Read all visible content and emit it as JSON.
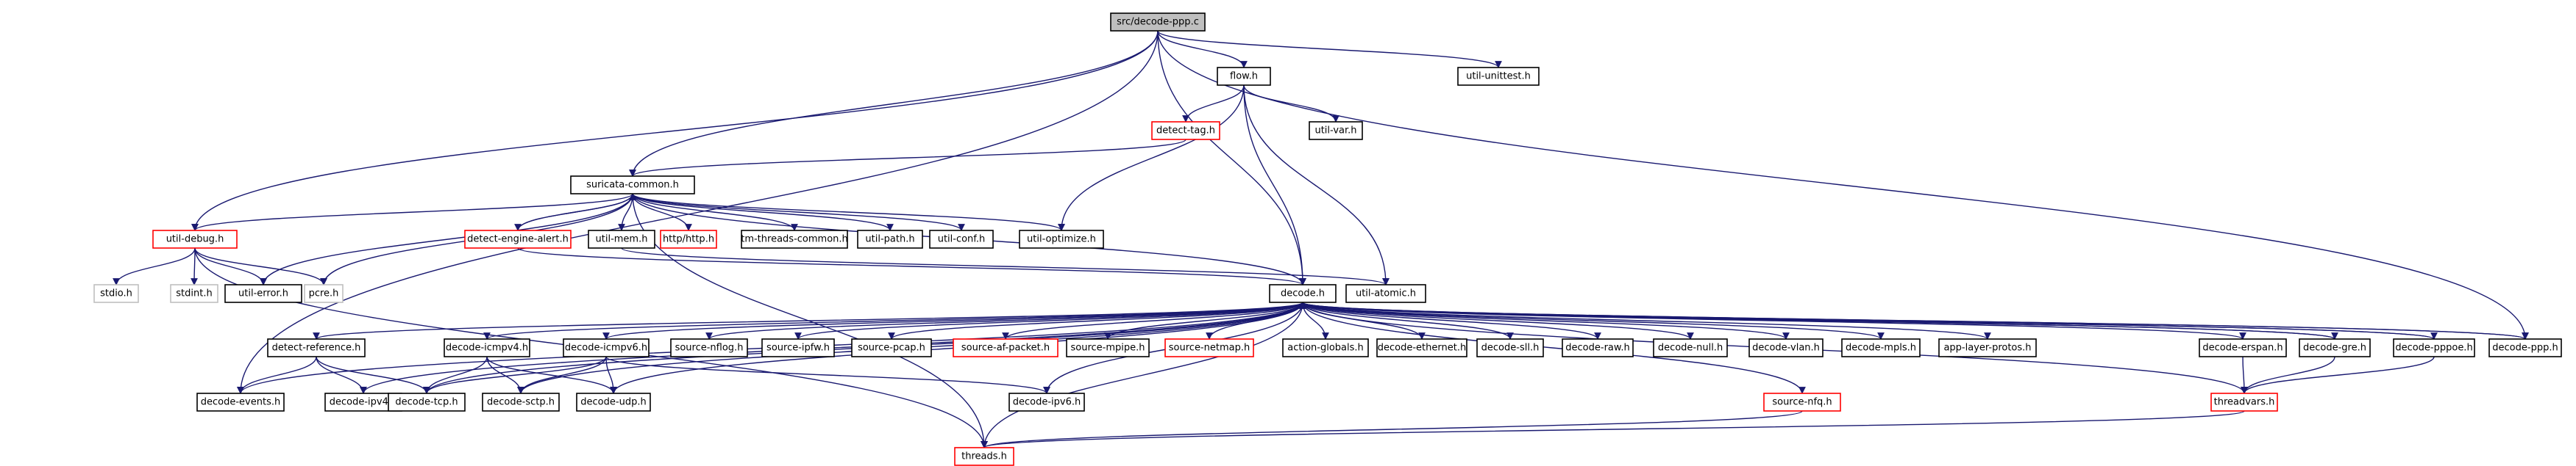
{
  "colors": {
    "edge": "#191970",
    "edge_gray": "#a9a9a9",
    "node_border": "#000000",
    "node_border_missing": "#ff0000",
    "node_border_external": "#bfbfbf",
    "root_fill": "#bfbfbf",
    "node_fill": "#ffffff"
  },
  "nodes": [
    {
      "id": "root",
      "label": "src/decode-ppp.c",
      "kind": "root"
    },
    {
      "id": "flow",
      "label": "flow.h",
      "kind": "normal"
    },
    {
      "id": "unittest",
      "label": "util-unittest.h",
      "kind": "normal"
    },
    {
      "id": "dtag",
      "label": "detect-tag.h",
      "kind": "missing"
    },
    {
      "id": "utilvar",
      "label": "util-var.h",
      "kind": "normal"
    },
    {
      "id": "sc",
      "label": "suricata-common.h",
      "kind": "normal"
    },
    {
      "id": "udebug",
      "label": "util-debug.h",
      "kind": "missing"
    },
    {
      "id": "dea",
      "label": "detect-engine-alert.h",
      "kind": "missing"
    },
    {
      "id": "umem",
      "label": "util-mem.h",
      "kind": "normal"
    },
    {
      "id": "http",
      "label": "http/http.h",
      "kind": "missing"
    },
    {
      "id": "tmtc",
      "label": "tm-threads-common.h",
      "kind": "normal"
    },
    {
      "id": "upath",
      "label": "util-path.h",
      "kind": "normal"
    },
    {
      "id": "uconf",
      "label": "util-conf.h",
      "kind": "normal"
    },
    {
      "id": "uopt",
      "label": "util-optimize.h",
      "kind": "normal"
    },
    {
      "id": "stdio",
      "label": "stdio.h",
      "kind": "external"
    },
    {
      "id": "stdint",
      "label": "stdint.h",
      "kind": "external"
    },
    {
      "id": "uerr",
      "label": "util-error.h",
      "kind": "normal"
    },
    {
      "id": "pcre",
      "label": "pcre.h",
      "kind": "external"
    },
    {
      "id": "decode",
      "label": "decode.h",
      "kind": "normal"
    },
    {
      "id": "uatomic",
      "label": "util-atomic.h",
      "kind": "normal"
    },
    {
      "id": "dref",
      "label": "detect-reference.h",
      "kind": "normal"
    },
    {
      "id": "dicmp4",
      "label": "decode-icmpv4.h",
      "kind": "normal"
    },
    {
      "id": "dicmp6",
      "label": "decode-icmpv6.h",
      "kind": "normal"
    },
    {
      "id": "snflog",
      "label": "source-nflog.h",
      "kind": "normal"
    },
    {
      "id": "sipfw",
      "label": "source-ipfw.h",
      "kind": "normal"
    },
    {
      "id": "spcap",
      "label": "source-pcap.h",
      "kind": "normal"
    },
    {
      "id": "safp",
      "label": "source-af-packet.h",
      "kind": "missing"
    },
    {
      "id": "smpipe",
      "label": "source-mpipe.h",
      "kind": "normal"
    },
    {
      "id": "snetmap",
      "label": "source-netmap.h",
      "kind": "missing"
    },
    {
      "id": "actg",
      "label": "action-globals.h",
      "kind": "normal"
    },
    {
      "id": "deth",
      "label": "decode-ethernet.h",
      "kind": "normal"
    },
    {
      "id": "dsll",
      "label": "decode-sll.h",
      "kind": "normal"
    },
    {
      "id": "draw",
      "label": "decode-raw.h",
      "kind": "normal"
    },
    {
      "id": "dnull",
      "label": "decode-null.h",
      "kind": "normal"
    },
    {
      "id": "dvlan",
      "label": "decode-vlan.h",
      "kind": "normal"
    },
    {
      "id": "dmpls",
      "label": "decode-mpls.h",
      "kind": "normal"
    },
    {
      "id": "alp",
      "label": "app-layer-protos.h",
      "kind": "normal"
    },
    {
      "id": "derspan",
      "label": "decode-erspan.h",
      "kind": "normal"
    },
    {
      "id": "dgre",
      "label": "decode-gre.h",
      "kind": "normal"
    },
    {
      "id": "dpppoe",
      "label": "decode-pppoe.h",
      "kind": "normal"
    },
    {
      "id": "dppp",
      "label": "decode-ppp.h",
      "kind": "normal"
    },
    {
      "id": "devents",
      "label": "decode-events.h",
      "kind": "normal"
    },
    {
      "id": "dipv4",
      "label": "decode-ipv4.h",
      "kind": "normal"
    },
    {
      "id": "dtcp",
      "label": "decode-tcp.h",
      "kind": "normal"
    },
    {
      "id": "dsctp",
      "label": "decode-sctp.h",
      "kind": "normal"
    },
    {
      "id": "dudp",
      "label": "decode-udp.h",
      "kind": "normal"
    },
    {
      "id": "dipv6",
      "label": "decode-ipv6.h",
      "kind": "normal"
    },
    {
      "id": "snfq",
      "label": "source-nfq.h",
      "kind": "missing"
    },
    {
      "id": "tvars",
      "label": "threadvars.h",
      "kind": "missing"
    },
    {
      "id": "threads",
      "label": "threads.h",
      "kind": "missing"
    }
  ],
  "edges": [
    [
      "root",
      "flow"
    ],
    [
      "root",
      "unittest"
    ],
    [
      "root",
      "sc"
    ],
    [
      "root",
      "udebug"
    ],
    [
      "root",
      "decode"
    ],
    [
      "root",
      "devents"
    ],
    [
      "root",
      "dppp"
    ],
    [
      "flow",
      "dtag"
    ],
    [
      "flow",
      "utilvar"
    ],
    [
      "flow",
      "decode"
    ],
    [
      "flow",
      "uatomic"
    ],
    [
      "flow",
      "uopt"
    ],
    [
      "dtag",
      "sc"
    ],
    [
      "sc",
      "udebug"
    ],
    [
      "sc",
      "dea"
    ],
    [
      "sc",
      "umem"
    ],
    [
      "sc",
      "http"
    ],
    [
      "sc",
      "tmtc"
    ],
    [
      "sc",
      "upath"
    ],
    [
      "sc",
      "uconf"
    ],
    [
      "sc",
      "uopt"
    ],
    [
      "sc",
      "uerr"
    ],
    [
      "sc",
      "pcre"
    ],
    [
      "sc",
      "threads"
    ],
    [
      "sc",
      "decode"
    ],
    [
      "udebug",
      "stdio"
    ],
    [
      "udebug",
      "stdint"
    ],
    [
      "udebug",
      "uerr"
    ],
    [
      "udebug",
      "pcre"
    ],
    [
      "udebug",
      "threads"
    ],
    [
      "dea",
      "sc"
    ],
    [
      "dea",
      "decode"
    ],
    [
      "umem",
      "uatomic"
    ],
    [
      "decode",
      "dref"
    ],
    [
      "decode",
      "dicmp4"
    ],
    [
      "decode",
      "dicmp6"
    ],
    [
      "decode",
      "snflog"
    ],
    [
      "decode",
      "sipfw"
    ],
    [
      "decode",
      "spcap"
    ],
    [
      "decode",
      "safp"
    ],
    [
      "decode",
      "smpipe"
    ],
    [
      "decode",
      "snetmap"
    ],
    [
      "decode",
      "actg"
    ],
    [
      "decode",
      "deth"
    ],
    [
      "decode",
      "dsll"
    ],
    [
      "decode",
      "draw"
    ],
    [
      "decode",
      "dnull"
    ],
    [
      "decode",
      "dvlan"
    ],
    [
      "decode",
      "dmpls"
    ],
    [
      "decode",
      "alp"
    ],
    [
      "decode",
      "derspan"
    ],
    [
      "decode",
      "dgre"
    ],
    [
      "decode",
      "dpppoe"
    ],
    [
      "decode",
      "dppp"
    ],
    [
      "decode",
      "devents"
    ],
    [
      "decode",
      "dipv4"
    ],
    [
      "decode",
      "dtcp"
    ],
    [
      "decode",
      "dsctp"
    ],
    [
      "decode",
      "dudp"
    ],
    [
      "decode",
      "dipv6"
    ],
    [
      "decode",
      "snfq"
    ],
    [
      "decode",
      "tvars"
    ],
    [
      "decode",
      "threads"
    ],
    [
      "dref",
      "devents"
    ],
    [
      "dref",
      "dipv4"
    ],
    [
      "dref",
      "dtcp"
    ],
    [
      "dicmp4",
      "dtcp"
    ],
    [
      "dicmp4",
      "dsctp"
    ],
    [
      "dicmp4",
      "dudp"
    ],
    [
      "dicmp6",
      "dtcp"
    ],
    [
      "dicmp6",
      "dsctp"
    ],
    [
      "dicmp6",
      "dudp"
    ],
    [
      "dicmp6",
      "dipv6"
    ],
    [
      "derspan",
      "tvars"
    ],
    [
      "dgre",
      "tvars"
    ],
    [
      "dpppoe",
      "tvars"
    ],
    [
      "snfq",
      "threads"
    ],
    [
      "tvars",
      "threads"
    ],
    [
      "dppp",
      "decode"
    ],
    [
      "dgre",
      "decode"
    ],
    [
      "dpppoe",
      "decode"
    ]
  ]
}
